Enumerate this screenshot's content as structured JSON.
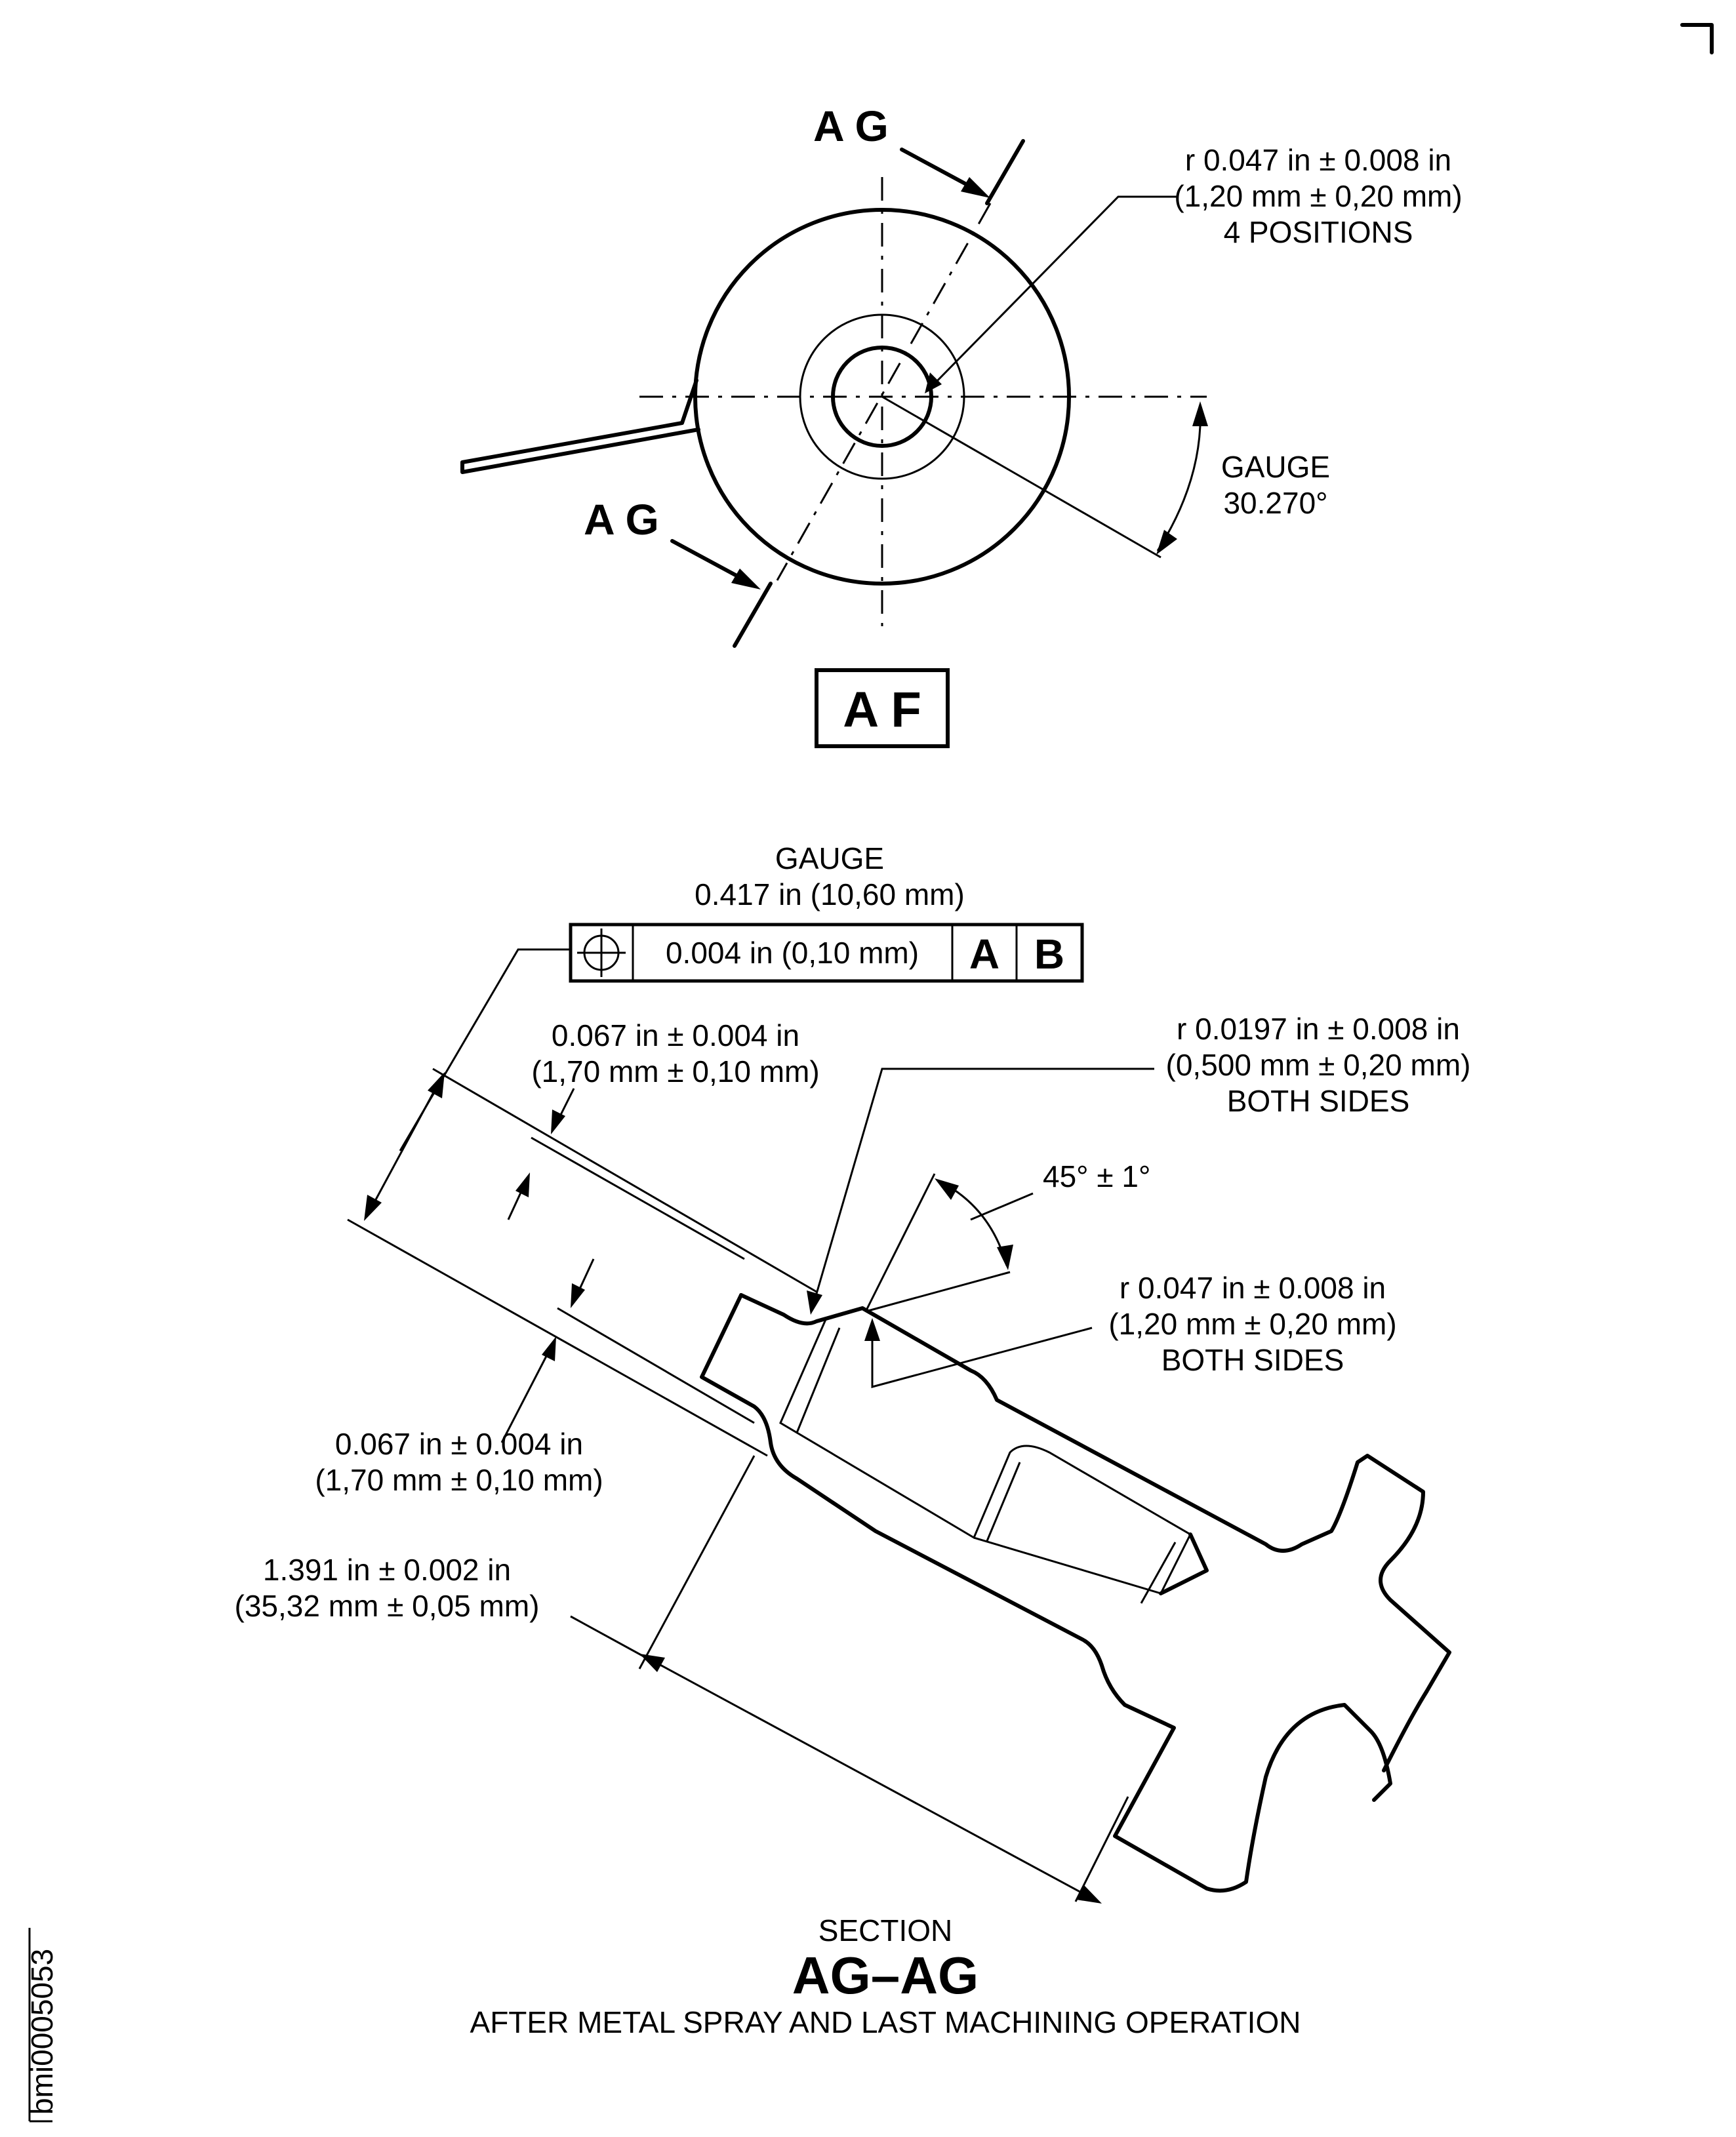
{
  "top_view": {
    "section_label_upper": "A G",
    "section_label_lower": "A G",
    "view_label": "A F",
    "radius_note": [
      "r 0.047 in ± 0.008 in",
      "(1,20 mm ± 0,20 mm)",
      "4 POSITIONS"
    ],
    "angle_note": [
      "GAUGE",
      "30.270°"
    ]
  },
  "section_view": {
    "gauge_note": [
      "GAUGE",
      "0.417 in (10,60 mm)"
    ],
    "fcf": {
      "symbol": "position-symbol",
      "tolerance": "0.004 in (0,10 mm)",
      "datum_1": "A",
      "datum_2": "B"
    },
    "dim_upper": [
      "0.067 in ± 0.004 in",
      "(1,70 mm ± 0,10 mm)"
    ],
    "radius_upper": [
      "r 0.0197 in ± 0.008 in",
      "(0,500 mm ± 0,20 mm)",
      "BOTH SIDES"
    ],
    "angle": "45° ± 1°",
    "radius_lower": [
      "r 0.047 in ± 0.008 in",
      "(1,20 mm ± 0,20 mm)",
      "BOTH SIDES"
    ],
    "dim_lower": [
      "0.067 in ± 0.004 in",
      "(1,70 mm ± 0,10 mm)"
    ],
    "dim_length": [
      "1.391 in ± 0.002 in",
      "(35,32 mm ± 0,05 mm)"
    ],
    "title_small": "SECTION",
    "title_big": "AG–AG",
    "subtitle": "AFTER METAL SPRAY AND LAST MACHINING OPERATION"
  },
  "figure_id": "bmi0005053"
}
